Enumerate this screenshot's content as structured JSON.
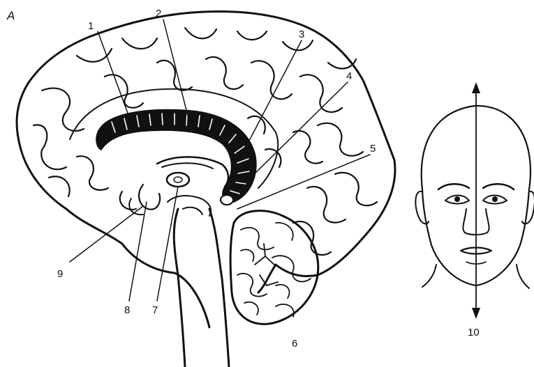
{
  "panel_label": "А",
  "labels": {
    "l1": "1",
    "l2": "2",
    "l3": "3",
    "l4": "4",
    "l5": "5",
    "l6": "6",
    "l7": "7",
    "l8": "8",
    "l9": "9",
    "l10": "10"
  }
}
